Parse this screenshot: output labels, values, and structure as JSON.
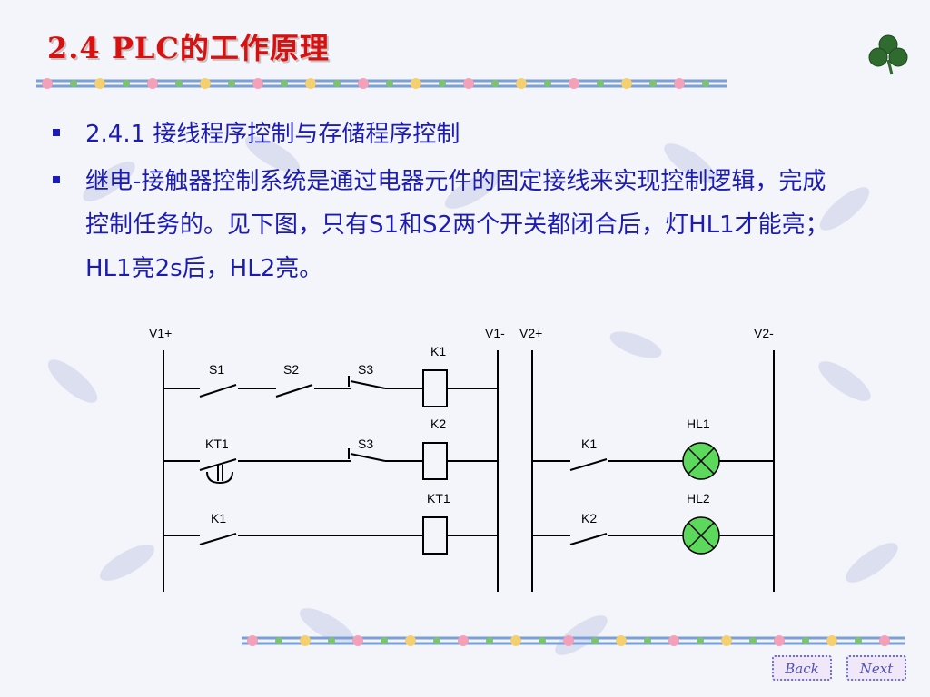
{
  "slide": {
    "title": "2.4  PLC的工作原理"
  },
  "bullets": [
    "2.4.1 接线程序控制与存储程序控制",
    "继电-接触器控制系统是通过电器元件的固定接线来实现控制逻辑，完成控制任务的。见下图，只有S1和S2两个开关都闭合后，灯HL1才能亮；HL1亮2s后，HL2亮。"
  ],
  "diagram": {
    "rails": {
      "v1_plus": "V1+",
      "v1_minus": "V1-",
      "v2_plus": "V2+",
      "v2_minus": "V2-"
    },
    "left_circuit": {
      "row1": {
        "contacts": [
          "S1",
          "S2",
          "S3"
        ],
        "coil": "K1"
      },
      "row2": {
        "contacts": [
          "KT1",
          "S3"
        ],
        "coil": "K2"
      },
      "row3": {
        "contacts": [
          "K1"
        ],
        "coil": "KT1"
      }
    },
    "right_circuit": {
      "row1": {
        "contact": "K1",
        "lamp": "HL1"
      },
      "row2": {
        "contact": "K2",
        "lamp": "HL2"
      }
    }
  },
  "nav": {
    "back_label": "Back",
    "next_label": "Next"
  },
  "colors": {
    "title": "#d81010",
    "body_text": "#1c1cb4",
    "lamp_fill": "#5cd85c"
  }
}
